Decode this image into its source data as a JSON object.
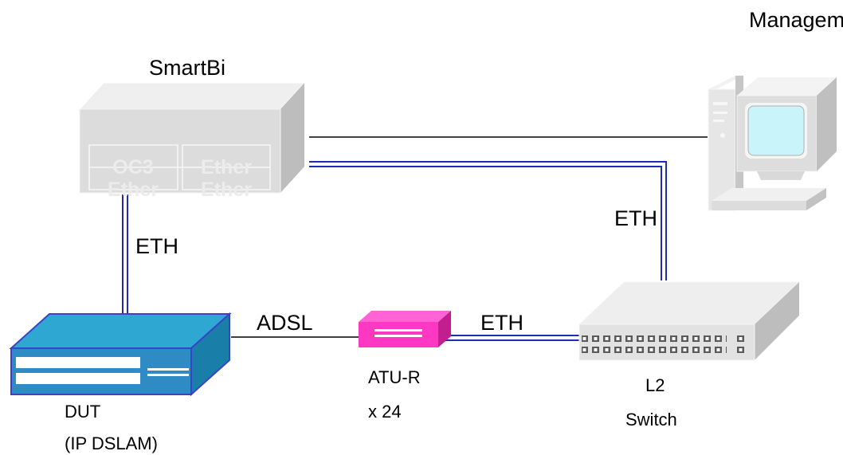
{
  "nodes": {
    "smartbits": {
      "label": "SmartBi",
      "modules": [
        "OC3",
        "Ether",
        "Ether",
        "Ether"
      ]
    },
    "management_pc": {
      "label": "Managem"
    },
    "dut": {
      "label": "DUT",
      "sublabel": "(IP DSLAM)"
    },
    "atu_r": {
      "label": "ATU-R",
      "count": "x 24"
    },
    "l2_switch": {
      "label": "L2",
      "sublabel": "Switch"
    }
  },
  "links": {
    "smartbits_dut": "ETH",
    "smartbits_switch": "ETH",
    "dut_atur": "ADSL",
    "atur_switch": "ETH"
  },
  "colors": {
    "eth_link": "#1f2bb8",
    "smartbits_body": "#dcdcdc",
    "dut_body": "#2ea3d2",
    "atur_body": "#ff3fc6",
    "switch_body": "#e6e6e6",
    "monitor_screen": "#c9f4fa"
  }
}
